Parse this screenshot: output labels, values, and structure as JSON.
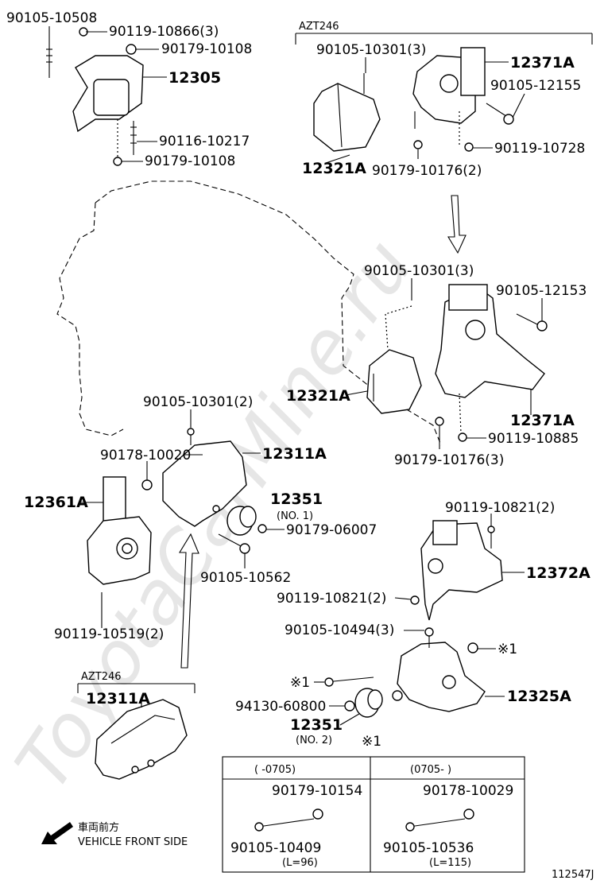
{
  "watermark": "ToyotaCarMine.ru",
  "parts": {
    "p01": "90105-10508",
    "p02": "90119-10866(3)",
    "p03": "90179-10108",
    "p04": "12305",
    "p05": "90116-10217",
    "p06": "90179-10108",
    "p07": "AZT246",
    "p08": "90105-10301(3)",
    "p09": "12371A",
    "p10": "90105-12155",
    "p11": "12321A",
    "p12": "90179-10176(2)",
    "p13": "90119-10728",
    "p14": "90105-10301(3)",
    "p15": "90105-12153",
    "p16": "12321A",
    "p17": "12371A",
    "p18": "90119-10885",
    "p19": "90179-10176(3)",
    "p20": "90105-10301(2)",
    "p21": "12311A",
    "p22": "90178-10020",
    "p23": "12351",
    "p24": "(NO. 1)",
    "p25": "90179-06007",
    "p26": "12361A",
    "p27": "90105-10562",
    "p28": "90119-10519(2)",
    "p29": "90119-10821(2)",
    "p30": "12372A",
    "p31": "90119-10821(2)",
    "p32": "90105-10494(3)",
    "p33": "※1",
    "p34": "※1",
    "p35": "12325A",
    "p36": "94130-60800",
    "p37": "12351",
    "p38": "(NO. 2)",
    "p39": "※1",
    "p40": "AZT246",
    "p41": "12311A"
  },
  "table": {
    "col1_range": "(      -0705)",
    "col2_range": "(0705-      )",
    "col1_nut": "90179-10154",
    "col1_bolt": "90105-10409",
    "col1_len": "(L=96)",
    "col2_nut": "90178-10029",
    "col2_bolt": "90105-10536",
    "col2_len": "(L=115)"
  },
  "legend": {
    "jp": "車両前方",
    "en": "VEHICLE FRONT SIDE"
  },
  "figure_id": "112547J"
}
